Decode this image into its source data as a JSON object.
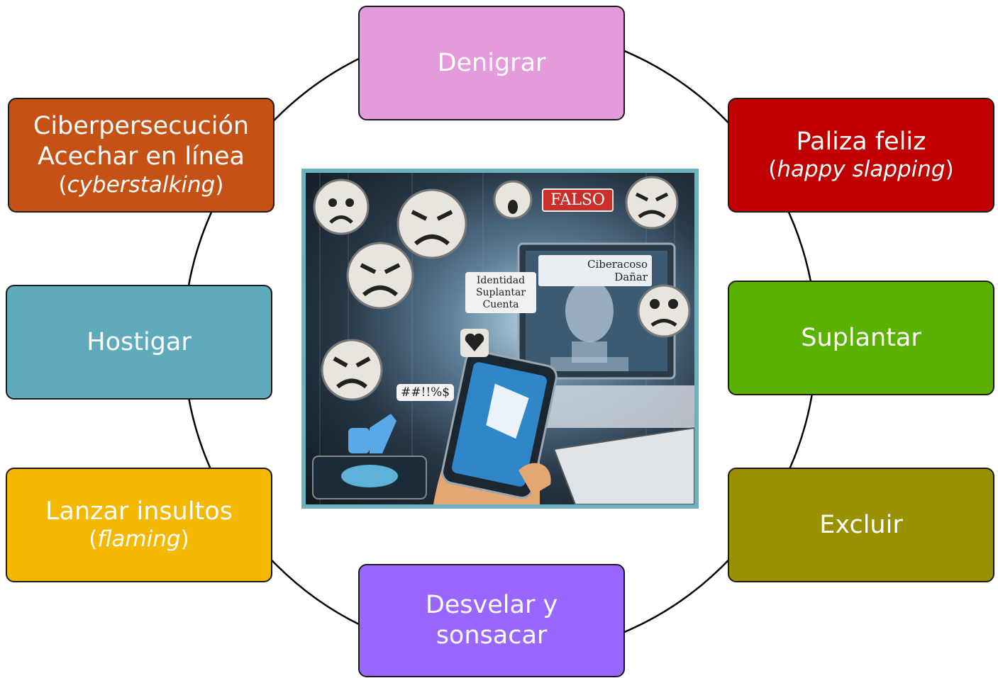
{
  "center": {
    "falso_label": "FALSO",
    "ciberacoso_line1": "Ciberacoso",
    "ciberacoso_line2": "Dañar",
    "identity_line1": "Identidad",
    "identity_line2": "Suplantar",
    "identity_line3": "Cuenta",
    "symbols": "##!!%$"
  },
  "nodes": [
    {
      "id": "denigrar",
      "title": "Denigrar",
      "color": "#e39bdc"
    },
    {
      "id": "paliza",
      "title": "Paliza feliz",
      "subtitle": "happy slapping",
      "color": "#c00000"
    },
    {
      "id": "suplantar",
      "title": "Suplantar",
      "color": "#5ab100"
    },
    {
      "id": "excluir",
      "title": "Excluir",
      "color": "#999100"
    },
    {
      "id": "desvelar",
      "title": "Desvelar y",
      "title2": "sonsacar",
      "color": "#9966ff"
    },
    {
      "id": "lanzar",
      "title": "Lanzar insultos",
      "subtitle": "flaming",
      "color": "#f4b800"
    },
    {
      "id": "hostigar",
      "title": "Hostigar",
      "color": "#5fabbc"
    },
    {
      "id": "ciberpersecucion",
      "title": "Ciberpersecución",
      "title2": "Acechar en línea",
      "subtitle": "cyberstalking",
      "color": "#c55114"
    }
  ]
}
